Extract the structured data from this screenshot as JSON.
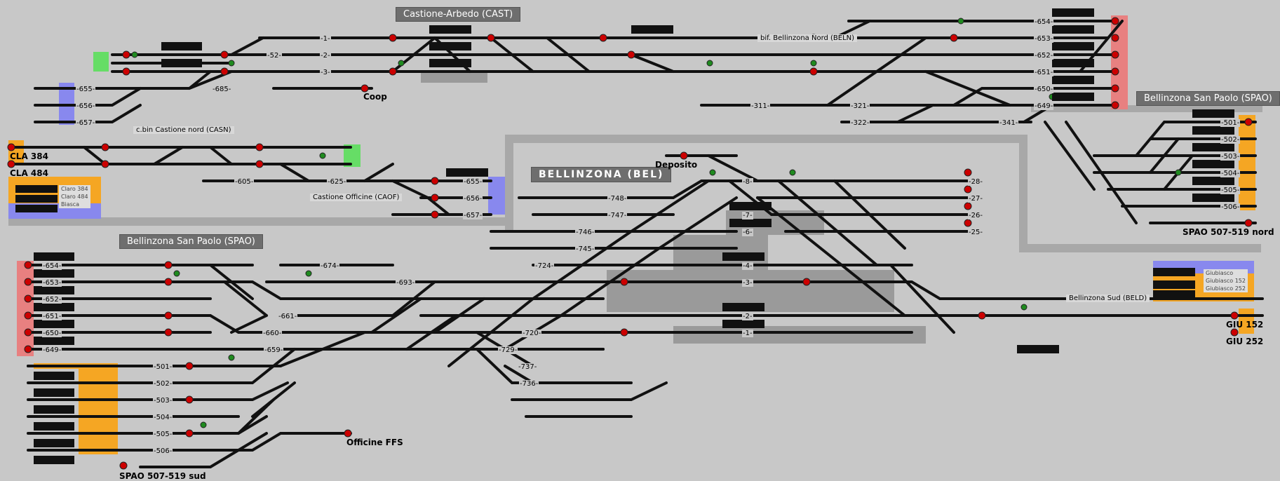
{
  "panels": {
    "cast": "Castione-Arbedo (CAST)",
    "bel": "BELLINZONA (BEL)",
    "spao_left": "Bellinzona San Paolo (SPAO)",
    "spao_right": "Bellinzona San Paolo (SPAO)"
  },
  "places": {
    "coop": "Coop",
    "deposito": "Deposito",
    "officine": "Officine FFS",
    "spao_nord": "SPAO 507-519 nord",
    "spao_sud": "SPAO 507-519 sud",
    "cla384": "CLA 384",
    "cla484": "CLA 484",
    "giu152": "GIU 152",
    "giu252": "GIU 252"
  },
  "tags": {
    "beln": "bif. Bellinzona Nord (BELN)",
    "casn": "c.bin Castione nord (CASN)",
    "caof": "Castione Officine (CAOF)",
    "beld": "Bellinzona Sud (BELD)"
  },
  "legends": {
    "claro": [
      "Claro 384",
      "Claro 484",
      "Biasca"
    ],
    "giubiasco": [
      "Giubiasco",
      "Giubiasco 152",
      "Giubiasco 252"
    ]
  },
  "tracks": {
    "cast": [
      "-1-",
      "-2-",
      "-3-"
    ],
    "casn": [
      "-52-"
    ],
    "cast_left": [
      "-655-",
      "-656-",
      "-657-",
      "-685-"
    ],
    "beln": [
      "-654-",
      "-653-",
      "-652-",
      "-651-",
      "-650-",
      "-649-"
    ],
    "beln_lower": [
      "-311-",
      "-321-",
      "-322-",
      "-341-"
    ],
    "spao_right": [
      "-501-",
      "-502-",
      "-503-",
      "-504-",
      "-505-",
      "-506-"
    ],
    "caof": [
      "-605-",
      "-625-",
      "-655-",
      "-656-",
      "-657-"
    ],
    "bel_yard": [
      "-748-",
      "-747-",
      "-746-",
      "-745-",
      "-724-"
    ],
    "bel_main": [
      "-8-",
      "-7-",
      "-6-",
      "-4-",
      "-3-",
      "-2-",
      "-1-"
    ],
    "bel_right": [
      "-28-",
      "-27-",
      "-26-",
      "-25-"
    ],
    "spao_left": [
      "-654-",
      "-653-",
      "-652-",
      "-651-",
      "-650-",
      "-649-"
    ],
    "spao_mid": [
      "-674-",
      "-693-",
      "-661-",
      "-660-",
      "-659-",
      "-720-",
      "-729-",
      "-737-",
      "-736-"
    ],
    "spao_lower": [
      "-501-",
      "-502-",
      "-503-",
      "-504-",
      "-505-",
      "-506-"
    ]
  },
  "colors": {
    "background": "#c8c8c8",
    "track": "#111111",
    "signal_red": "#cc0000",
    "signal_green": "#1f8a1f",
    "zone_red": "#e88080",
    "zone_blue": "#8888ee",
    "zone_orange": "#f5a623",
    "zone_green": "#66dd66",
    "panel": "#a0a0a0"
  }
}
